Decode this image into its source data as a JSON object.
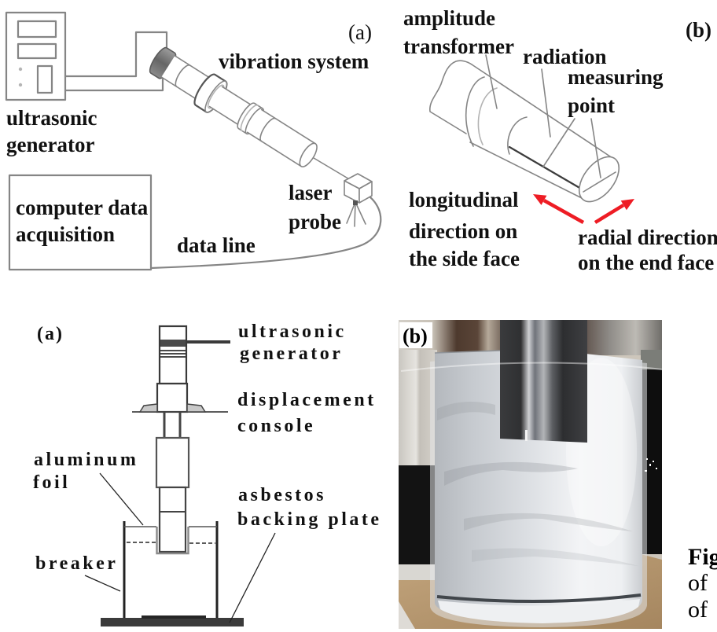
{
  "figure_top": {
    "panel_a": {
      "panel_label": "(a)",
      "ultrasonic_generator": [
        "ultrasonic",
        "generator"
      ],
      "vibration_system": "vibration system",
      "laser_probe": [
        "laser",
        "probe"
      ],
      "computer_data_acquisition": [
        "computer data",
        "acquisition"
      ],
      "data_line": "data line"
    },
    "panel_b": {
      "panel_label": "(b)",
      "amplitude_transformer": [
        "amplitude",
        "transformer"
      ],
      "radiation": "radiation",
      "measuring_point": [
        "measuring",
        "point"
      ],
      "longitudinal_direction": [
        "longitudinal",
        "direction on",
        "the side face"
      ],
      "radial_direction": [
        "radial direction",
        "on the end face"
      ]
    }
  },
  "figure_bottom": {
    "panel_a": {
      "panel_label": "(a)",
      "ultrasonic_generator": [
        "ultrasonic",
        "generator"
      ],
      "displacement_console": [
        "displacement",
        "console"
      ],
      "aluminum_foil": [
        "aluminum",
        "foil"
      ],
      "asbestos_backing_plate": [
        "asbestos",
        "backing plate"
      ],
      "breaker": "breaker"
    },
    "panel_b": {
      "panel_label": "(b)"
    }
  },
  "caption": {
    "lines": [
      "Fig",
      "of",
      "of"
    ]
  },
  "colors": {
    "direction_arrows": "#ee1c24",
    "diagram_lines": "#858585",
    "label_text": "#111111"
  }
}
